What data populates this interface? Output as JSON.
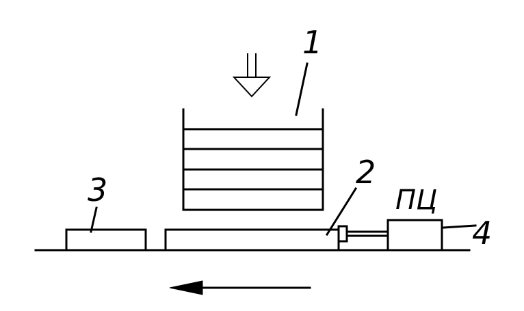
{
  "labels": {
    "magazine": "1",
    "pusher": "2",
    "receiver": "3",
    "cylinder": "4",
    "cylinder_code": "ПЦ"
  },
  "icons": {
    "feed": "hollow-down-arrow-icon",
    "direction": "left-arrow-icon"
  },
  "colors": {
    "line": "#000000",
    "background": "#ffffff"
  }
}
